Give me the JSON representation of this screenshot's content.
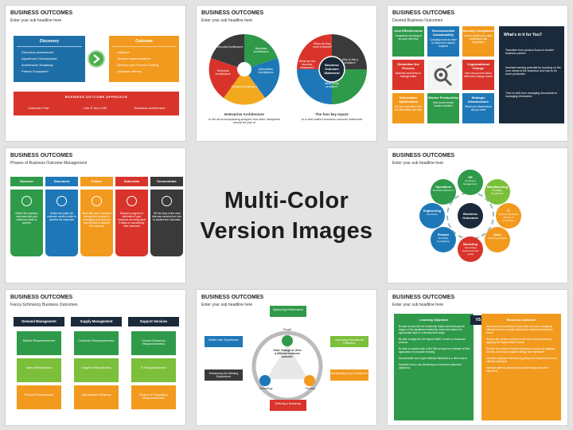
{
  "center": {
    "line1": "Multi-Color",
    "line2": "Version Images"
  },
  "slide1": {
    "title": "BUSINESS OUTCOMES",
    "subtitle": "Enter your sub headline here",
    "discovery": {
      "heading": "Discovery",
      "items": [
        "Discovery assessment",
        "Algorithmic Development",
        "Architecture Roadmap",
        "Partner Ecosystem"
      ]
    },
    "outcome": {
      "heading": "Outcome",
      "items": [
        "Adoption",
        "Service Implementation",
        "Delivery and Process Scaling",
        "Outcome delivery"
      ]
    },
    "approach": {
      "heading": "BUSINESS OUTCOME APPROACH",
      "items": [
        "Customer First",
        "Link IT and LOB",
        "Business Architecture"
      ]
    },
    "colors": {
      "discovery": "#1e6fa8",
      "outcome": "#f29a1e",
      "arrow": "#4cae4c",
      "approach": "#d9342b"
    }
  },
  "slide2": {
    "title": "BUSINESS OUTCOMES",
    "subtitle": "Enter your sub headline here",
    "pie_left": [
      "Security Architecture",
      "Business Architecture",
      "Information Architecture",
      "Solution Architecture",
      "Technical Architecture"
    ],
    "pie_right": [
      "When do they need it solved?",
      "Why is this a problem?",
      "What is the problem?",
      "What are the success measures?"
    ],
    "pie_right_center": "Business Outcome Statement",
    "caption_left": {
      "heading": "Enterprise Architecture",
      "text": "Is the all-encompassing wrapper that other disciplines should be part of"
    },
    "caption_right": {
      "heading": "The four key inputs",
      "text": "to a well-crafted business outcome statement"
    }
  },
  "slide3": {
    "title": "BUSINESS OUTCOMES",
    "subtitle": "Desired Business Outcomes",
    "tiles": [
      {
        "title": "Cost Effectiveness",
        "text": "Companies are trying to do more with less"
      },
      {
        "title": "Environmental Sustainability",
        "text": "Company must do more to reduce the carbon footprint"
      },
      {
        "title": "Security Compliance",
        "text": "How to protect your data, compliance with regulations"
      },
      {
        "title": "Streamline the Process",
        "text": "Business work flows to manage better"
      },
      {
        "title": "",
        "text": ""
      },
      {
        "title": "Organizational Change",
        "text": "How can you turn future shift when change occurs"
      },
      {
        "title": "Information Optimization",
        "text": "Get the most value from the information and data"
      },
      {
        "title": "Worker Productivity",
        "text": "How do we ensure worker workflow"
      },
      {
        "title": "Strategic Infrastructure",
        "text": "What new infrastructure will you need"
      }
    ],
    "panel": {
      "heading": "What's in it for You?",
      "points": [
        "Transition from product focus to trusted business partner",
        "Increase earning potential by focusing on the core needs of the business and how to be more productive",
        "Time to shift from managing documents to managing information"
      ]
    }
  },
  "slide4": {
    "title": "BUSINESS OUTCOMES",
    "subtitle": "Phases of Business Outcome Management",
    "phases": [
      {
        "label": "Discover",
        "text": "Define the business outcomes that your customer wants to achieve"
      },
      {
        "label": "Document",
        "text": "Outline the paths the customer needs to take to achieve the outcomes"
      },
      {
        "label": "Deliver",
        "text": "Work with your customers through the process of leveraging your products and services to achieve the outcomes"
      },
      {
        "label": "Determine",
        "text": "Measure progress to determine if your customer are doing what it takes to successfully their outcomes"
      },
      {
        "label": "Demonstrate",
        "text": "Tell the story of the work that was executed on how to achieve the outcomes"
      }
    ]
  },
  "slide6": {
    "title": "BUSINESS OUTCOMES",
    "subtitle": "Enter your sub headline here",
    "hub": "Business Outcomes",
    "nodes": [
      {
        "title": "HR",
        "text": "Employee Engagement"
      },
      {
        "title": "Manufacturing",
        "text": "Flexibility, Productivity"
      },
      {
        "title": "IT",
        "text": "Security, Flexibility, Access to Information"
      },
      {
        "title": "Sales",
        "text": "Achieving Targets"
      },
      {
        "title": "Marketing",
        "text": "Generating Awareness and Leads"
      },
      {
        "title": "Finance",
        "text": "Flexibility, Compliance"
      },
      {
        "title": "Engineering",
        "text": "Innovation"
      },
      {
        "title": "Operations",
        "text": "Flexibility, Efficiency"
      }
    ]
  },
  "slide7": {
    "title": "BUSINESS OUTCOMES",
    "subtitle": "Fancy-Schmancy Business Outcomes",
    "columns": [
      {
        "heading": "Demand Management",
        "items": [
          "Market Responsiveness",
          "Sales Effectiveness",
          "Product Development"
        ]
      },
      {
        "heading": "Supply Management",
        "items": [
          "Customer Responsiveness",
          "Supplier Effectiveness",
          "Operational Efficiency"
        ]
      },
      {
        "heading": "Support Services",
        "items": [
          "Human Resource Responsiveness",
          "IT Responsiveness",
          "Finance & Regulatory Responsiveness"
        ]
      }
    ]
  },
  "slide8": {
    "title": "BUSINESS OUTCOMES",
    "subtitle": "Enter your sub headline here",
    "boxes": [
      "Optimizing Performance",
      "Improving Operational Efficiency",
      "Accelerating Your Investment",
      "Defining a Roadmap",
      "Enhancing the Meeting Experience",
      "Better User Experience"
    ],
    "center": "Goal: Change or drive a different business outcome",
    "vertices": [
      "People",
      "Technology",
      "Process"
    ]
  },
  "slide9": {
    "title": "BUSINESS OUTCOMES",
    "subtitle": "Enter your sub headline here",
    "vs": "VS",
    "left": {
      "heading": "Learning Objective",
      "items": [
        "Be able to describe the leadership styles and development stages of the situational leadership model and match the appropriate style to a development stage",
        "Be able to apply the the Sigma DMAIC model to a business process",
        "Be able to explain each of the 6Ds and give an example of their application in corporate learning",
        "Demonstrate how to give effective feedback to a direct report",
        "Describe how to use influencing to overcome customers' objections"
      ]
    },
    "right": {
      "heading": "Business Outcome",
      "items": [
        "Increase the productivity of your team and your managerial effectiveness by correctly utilizing the situational leadership model",
        "Reduce the number of errors in the order entry process by applying the Sigma DMAIC model",
        "Reduce the amount of learning that goes unused by applying the 6Ds to the way programs design and implement",
        "Increase employee retention by giving more frequent and more effective feedback",
        "Increase sales by dissolving and addressing customers' objections"
      ]
    }
  }
}
